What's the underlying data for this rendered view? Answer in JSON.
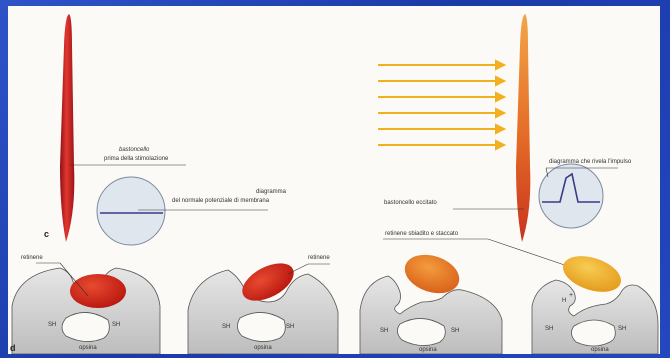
{
  "labels": {
    "rod_name": "bastoncello",
    "rod_before": "prima della stimolazione",
    "diagram_normal_line1": "diagramma",
    "diagram_normal_line2": "del normale potenziale di membrana",
    "panel_c": "c",
    "panel_d": "d",
    "rod_excited": "bastoncello eccitato",
    "diagram_impulse": "diagramma che rivela l'impulso",
    "retinene_bleached": "retinene sbiadito e staccato",
    "retinene_1": "retinene",
    "retinene_2": "retinene",
    "sh": "SH",
    "h_plus": "H",
    "plus_sign": "+",
    "opsin": "opsina"
  },
  "colors": {
    "rod_red": "#c8202a",
    "rod_orange": "#e8702a",
    "light_rays": "#f0b020",
    "opsin_fill": "#cfcfcf",
    "retinene_red": "#d0281c",
    "retinene_orange": "#e67822",
    "retinene_yellow": "#f0b830",
    "circle_fill": "#dfe6ee"
  },
  "icons": {
    "light": "light-ray-arrows",
    "rod": "rod-cell-shape",
    "scope": "oscilloscope-circle"
  }
}
